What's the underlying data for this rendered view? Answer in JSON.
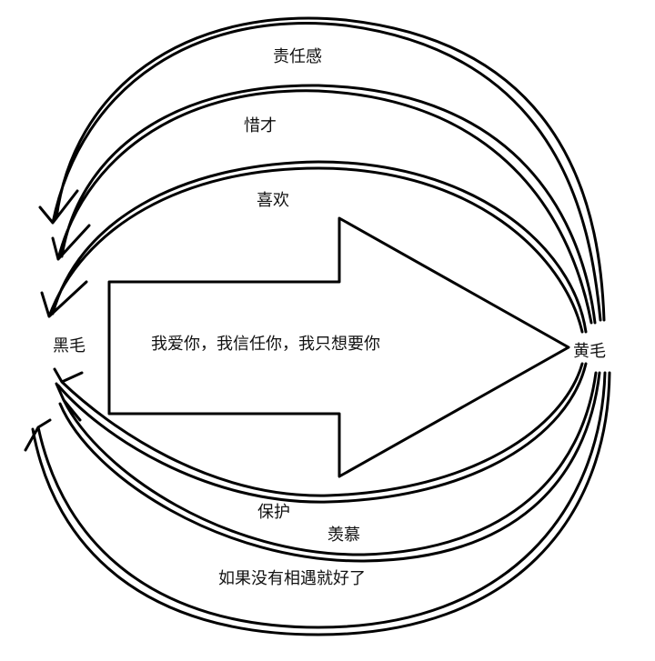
{
  "nodes": {
    "left": "黑毛",
    "right": "黄毛"
  },
  "center_arrow": {
    "label": "我爱你，我信任你，我只想要你"
  },
  "top_arcs": [
    {
      "label": "责任感"
    },
    {
      "label": "惜才"
    },
    {
      "label": "喜欢"
    }
  ],
  "bottom_arcs": [
    {
      "label": "保护"
    },
    {
      "label": "羡慕"
    },
    {
      "label": "如果没有相遇就好了"
    }
  ],
  "colors": {
    "stroke": "#000000",
    "background": "#ffffff"
  }
}
